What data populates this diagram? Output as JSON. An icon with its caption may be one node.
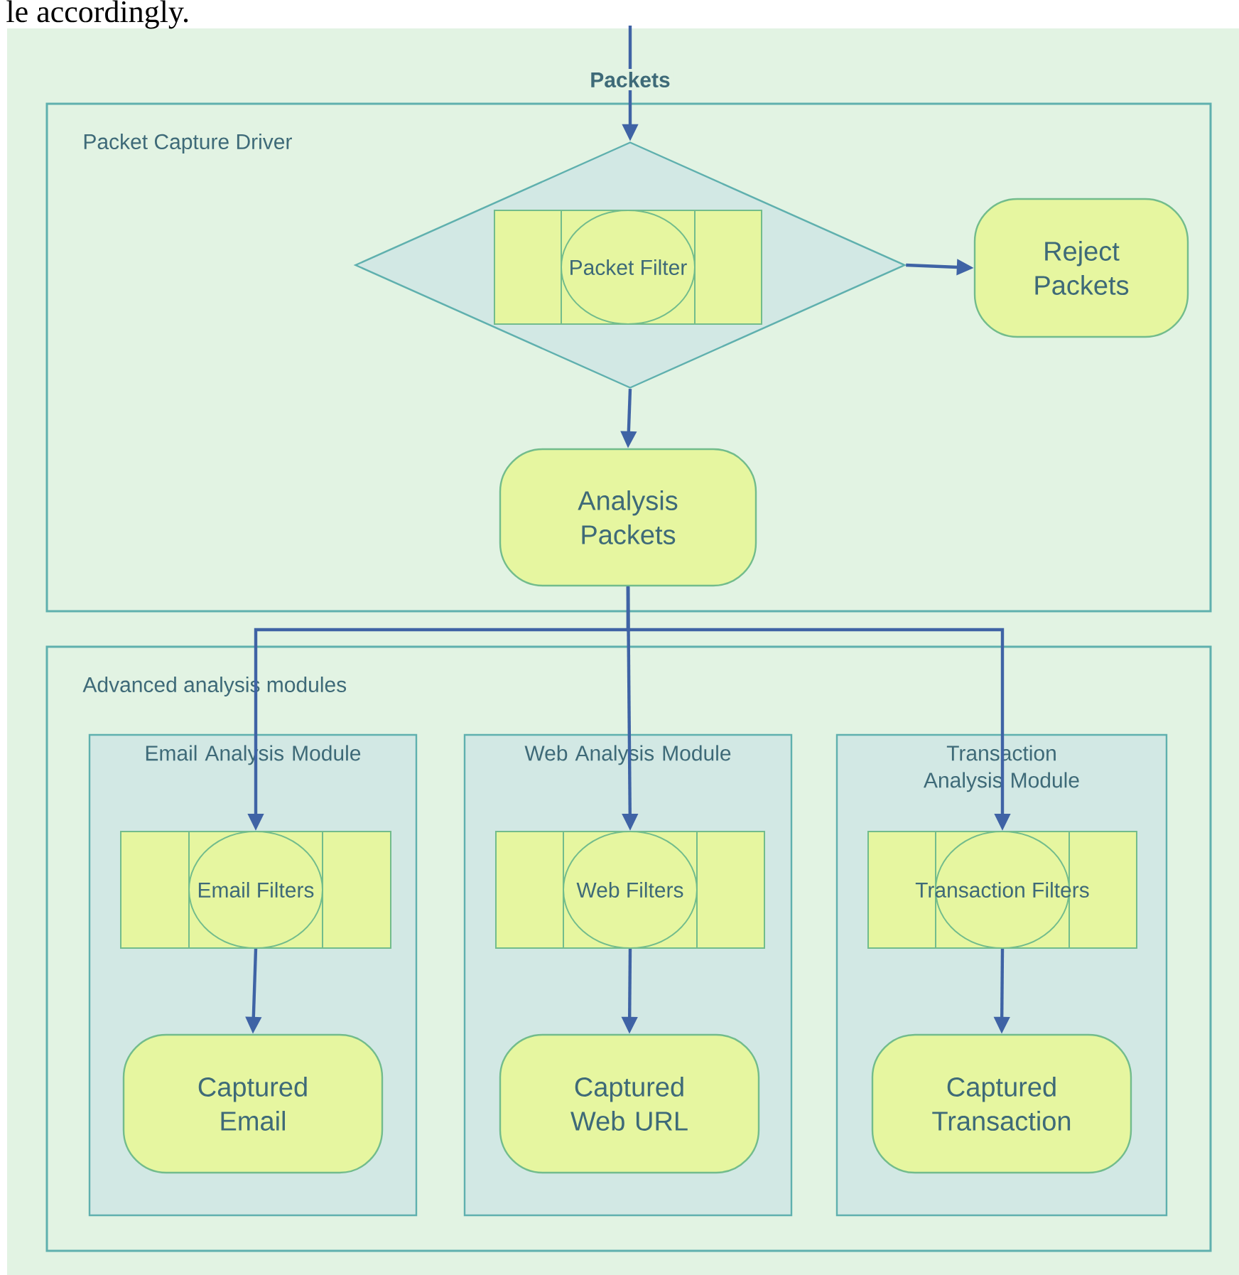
{
  "diagram": {
    "nodes": [
      {
        "text": [
          "Packet Capture Driver"
        ]
      },
      {
        "text": [],
        "shape": "diamond",
        "in": 0
      },
      {
        "text": [
          "Packet Filter"
        ],
        "in": 1
      },
      {
        "text": [
          "Reject Packets"
        ],
        "in": 0
      },
      {
        "text": [
          "Analysis Packets"
        ],
        "in": 0
      },
      {
        "text": [
          "Advanced analysis modules"
        ]
      },
      {
        "text": [
          "Email Analysis Module"
        ],
        "in": 5
      },
      {
        "text": [
          "Email Filters"
        ],
        "in": 6
      },
      {
        "text": [
          "Captured Email"
        ],
        "in": 6
      },
      {
        "text": [
          "Web Analysis Module"
        ],
        "in": 5
      },
      {
        "text": [
          "Web Filters"
        ],
        "in": 9
      },
      {
        "text": [
          "Captured Web URL"
        ],
        "in": 9
      },
      {
        "text": [
          "Transaction Analysis Module"
        ],
        "in": 5
      },
      {
        "text": [
          "Transaction Filters"
        ],
        "in": 12
      },
      {
        "text": [
          "Captured Transaction"
        ],
        "in": 12
      }
    ],
    "edges": [
      {
        "from": null,
        "to": 1,
        "arrow": "to",
        "label": "Packets"
      },
      {
        "from": 1,
        "to": 3,
        "arrow": "to"
      },
      {
        "from": 1,
        "to": 4,
        "arrow": "to"
      },
      {
        "from": 4,
        "to": 7,
        "arrow": "to"
      },
      {
        "from": 4,
        "to": 10,
        "arrow": "to"
      },
      {
        "from": 4,
        "to": 13,
        "arrow": "to"
      },
      {
        "from": 7,
        "to": 8,
        "arrow": "to"
      },
      {
        "from": 10,
        "to": 11,
        "arrow": "to"
      },
      {
        "from": 13,
        "to": 14,
        "arrow": "to"
      }
    ],
    "labels": [
      "le accordingly."
    ]
  }
}
